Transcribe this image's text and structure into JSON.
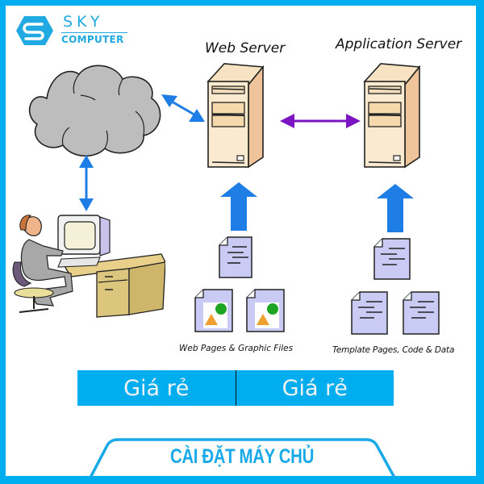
{
  "brand": {
    "name_line1": "SKY",
    "name_line2": "COMPUTER",
    "logo_icon": "hexagon-s-logo-icon",
    "color": "#21a9e1"
  },
  "diagram": {
    "nodes": {
      "internet": {
        "icon": "cloud-icon",
        "label": ""
      },
      "client": {
        "icon": "user-at-computer-icon",
        "label": ""
      },
      "web_server": {
        "icon": "server-tower-icon",
        "label": "Web Server"
      },
      "app_server": {
        "icon": "server-tower-icon",
        "label": "Application Server"
      }
    },
    "web_files": {
      "caption": "Web Pages & Graphic Files",
      "documents": [
        "text-document-icon",
        "image-document-icon",
        "image-document-icon"
      ]
    },
    "app_files": {
      "caption": "Template Pages, Code & Data",
      "documents": [
        "text-document-icon",
        "text-document-icon",
        "text-document-icon"
      ]
    },
    "connections": [
      {
        "from": "internet",
        "to": "client",
        "type": "bidirectional",
        "color": "#1e7ee6"
      },
      {
        "from": "internet",
        "to": "web_server",
        "type": "bidirectional",
        "color": "#1e7ee6"
      },
      {
        "from": "web_server",
        "to": "app_server",
        "type": "bidirectional",
        "color": "#7a14c2"
      },
      {
        "from": "web_files",
        "to": "web_server",
        "type": "up",
        "color": "#1e7ee6"
      },
      {
        "from": "app_files",
        "to": "app_server",
        "type": "up",
        "color": "#1e7ee6"
      }
    ]
  },
  "price_banner": {
    "left_label": "Giá rẻ",
    "right_label": "Giá rẻ",
    "background": "#00aeef"
  },
  "footer": {
    "title": "CÀI ĐẶT MÁY CHỦ",
    "color": "#1aa9e8"
  },
  "frame_color": "#00aeef"
}
